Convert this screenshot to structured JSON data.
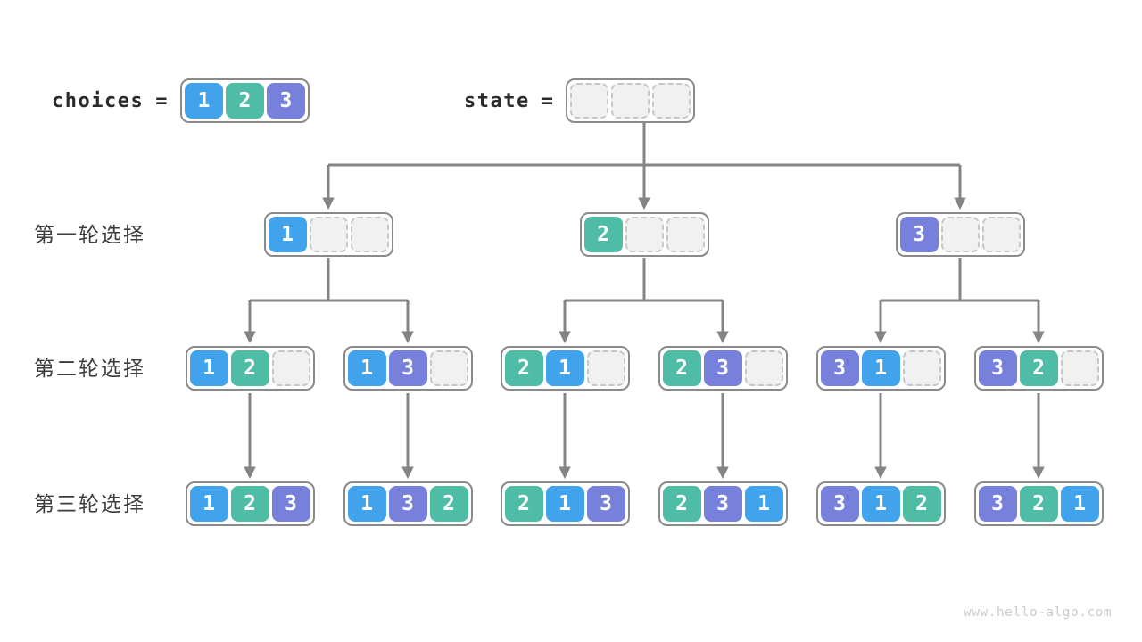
{
  "legend": {
    "choices_label": "choices",
    "choices_eq": "=",
    "choices_cells": [
      "1",
      "2",
      "3"
    ],
    "state_label": "state",
    "state_eq": "=",
    "state_cells": [
      "",
      "",
      ""
    ]
  },
  "tree": {
    "round1": {
      "label": "第一轮选择",
      "boxes": [
        [
          "1",
          "",
          ""
        ],
        [
          "2",
          "",
          ""
        ],
        [
          "3",
          "",
          ""
        ]
      ]
    },
    "round2": {
      "label": "第二轮选择",
      "boxes": [
        [
          "1",
          "2",
          ""
        ],
        [
          "1",
          "3",
          ""
        ],
        [
          "2",
          "1",
          ""
        ],
        [
          "2",
          "3",
          ""
        ],
        [
          "3",
          "1",
          ""
        ],
        [
          "3",
          "2",
          ""
        ]
      ]
    },
    "round3": {
      "label": "第三轮选择",
      "boxes": [
        [
          "1",
          "2",
          "3"
        ],
        [
          "1",
          "3",
          "2"
        ],
        [
          "2",
          "1",
          "3"
        ],
        [
          "2",
          "3",
          "1"
        ],
        [
          "3",
          "1",
          "2"
        ],
        [
          "3",
          "2",
          "1"
        ]
      ]
    }
  },
  "watermark": "www.hello-algo.com",
  "colors": {
    "1": "#40a3eb",
    "2": "#4fbca5",
    "3": "#7781db",
    "arrow": "#848484",
    "box_border": "#8a8a8a",
    "empty_fill": "#f1f1f1"
  }
}
